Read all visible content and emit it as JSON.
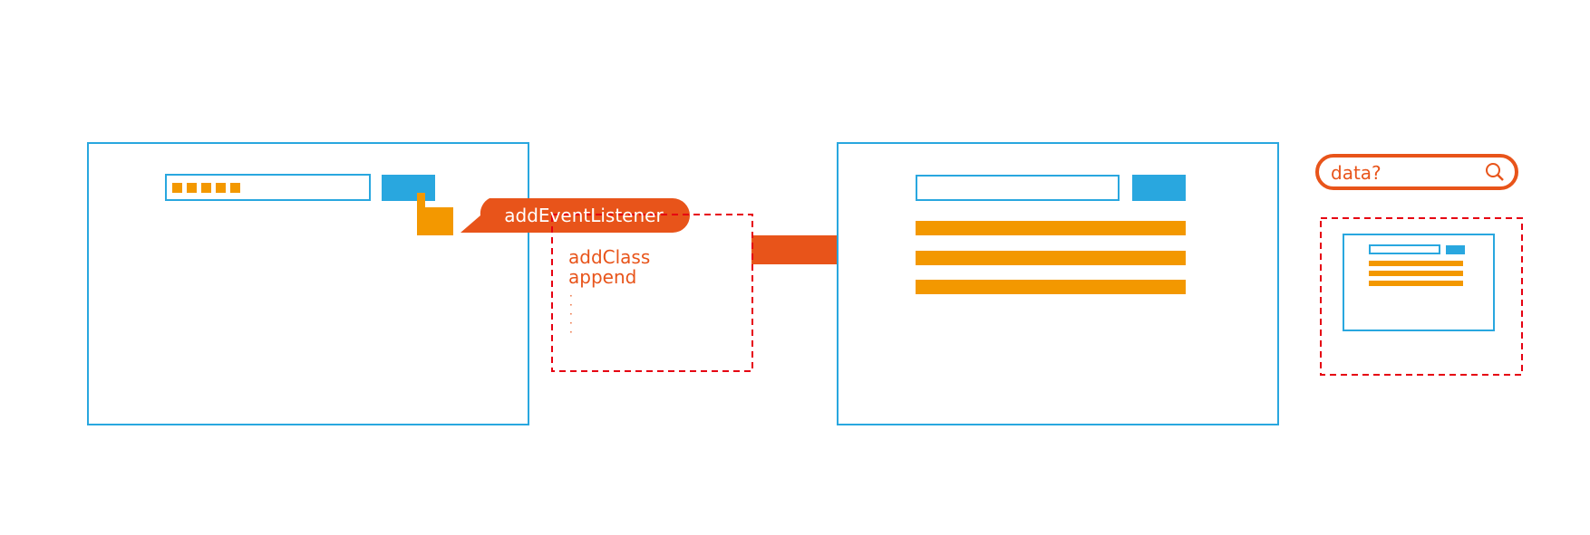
{
  "callout": {
    "event_label": "addEventListener"
  },
  "methods": {
    "items": [
      "addClass",
      "append"
    ],
    "continuation": "· · · · ·"
  },
  "search": {
    "query": "data?",
    "icon": "search-icon"
  },
  "colors": {
    "blue": "#29a7df",
    "orange": "#f39800",
    "red_orange": "#e8541a",
    "dash_red": "#e60012"
  },
  "left_input": {
    "masked_chars": 5
  }
}
